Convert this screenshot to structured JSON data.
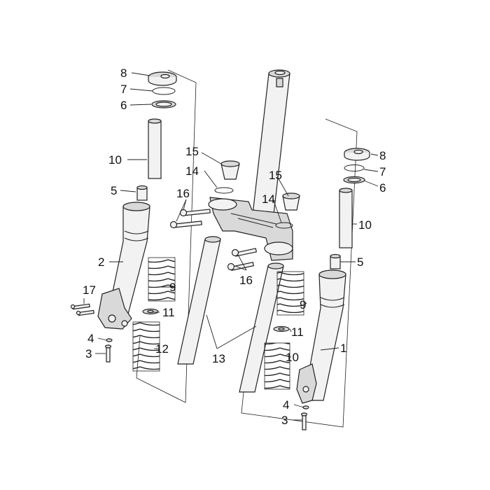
{
  "callouts": [
    {
      "id": "c-8-left",
      "text": "8"
    },
    {
      "id": "c-7-left",
      "text": "7"
    },
    {
      "id": "c-6-left",
      "text": "6"
    },
    {
      "id": "c-10-left",
      "text": "10"
    },
    {
      "id": "c-5-left",
      "text": "5"
    },
    {
      "id": "c-2",
      "text": "2"
    },
    {
      "id": "c-17",
      "text": "17"
    },
    {
      "id": "c-4-left",
      "text": "4"
    },
    {
      "id": "c-3-left",
      "text": "3"
    },
    {
      "id": "c-15-left",
      "text": "15"
    },
    {
      "id": "c-14-left",
      "text": "14"
    },
    {
      "id": "c-16-top",
      "text": "16"
    },
    {
      "id": "c-9-left",
      "text": "9"
    },
    {
      "id": "c-11-left",
      "text": "11"
    },
    {
      "id": "c-12",
      "text": "12"
    },
    {
      "id": "c-13",
      "text": "13"
    },
    {
      "id": "c-15-right",
      "text": "15"
    },
    {
      "id": "c-14-right",
      "text": "14"
    },
    {
      "id": "c-16-bottom",
      "text": "16"
    },
    {
      "id": "c-8-right",
      "text": "8"
    },
    {
      "id": "c-7-right",
      "text": "7"
    },
    {
      "id": "c-6-right",
      "text": "6"
    },
    {
      "id": "c-10-right",
      "text": "10"
    },
    {
      "id": "c-5-right",
      "text": "5"
    },
    {
      "id": "c-9-right",
      "text": "9"
    },
    {
      "id": "c-11-right",
      "text": "11"
    },
    {
      "id": "c-10-lower",
      "text": "10"
    },
    {
      "id": "c-1",
      "text": "1"
    },
    {
      "id": "c-4-right",
      "text": "4"
    },
    {
      "id": "c-3-right",
      "text": "3"
    }
  ]
}
